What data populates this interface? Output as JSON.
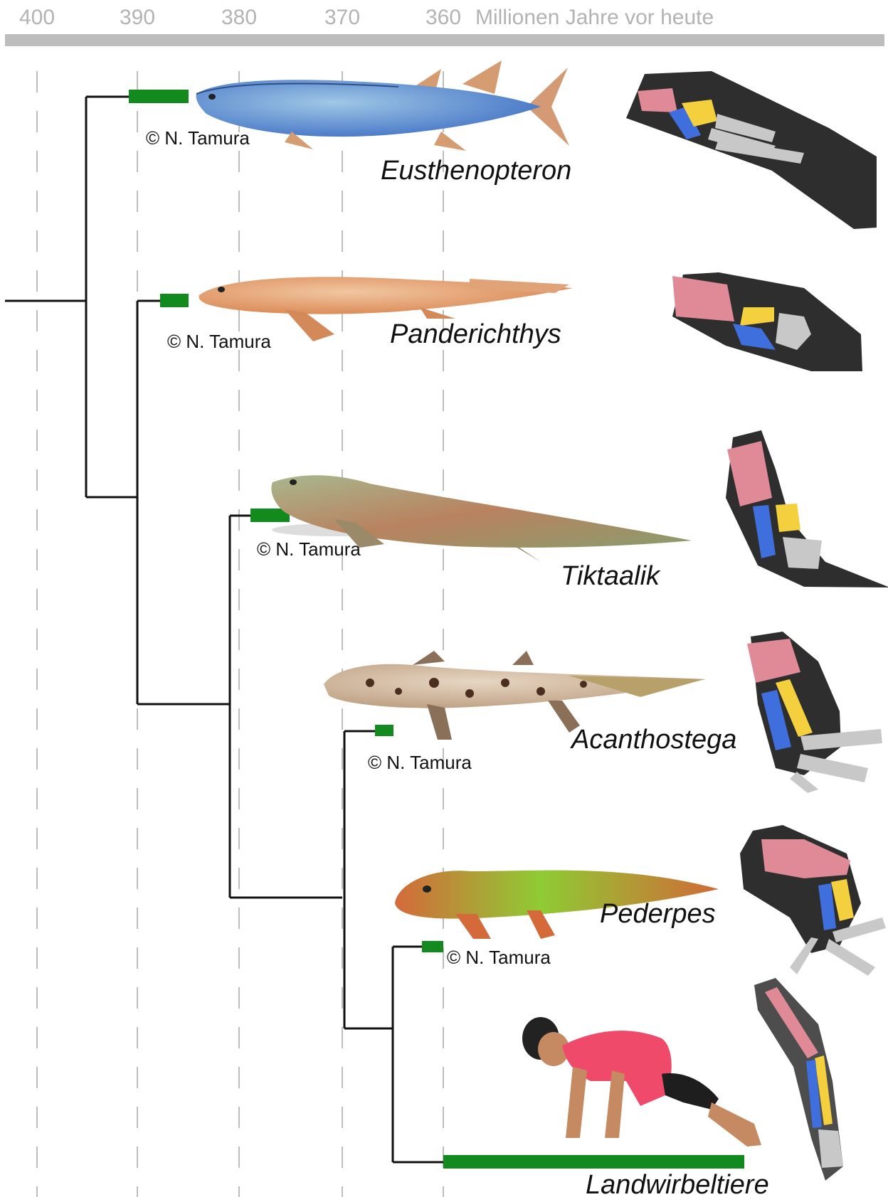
{
  "axis": {
    "ticks": [
      "400",
      "390",
      "380",
      "370",
      "360"
    ],
    "title": "Millionen Jahre vor heute"
  },
  "taxa": [
    {
      "name": "Eusthenopteron",
      "credit": "© N. Tamura",
      "illustration": "lobe-finned-fish-blue",
      "limb": "fin-skeleton"
    },
    {
      "name": "Panderichthys",
      "credit": "© N. Tamura",
      "illustration": "lobe-finned-fish-orange",
      "limb": "fin-skeleton"
    },
    {
      "name": "Tiktaalik",
      "credit": "© N. Tamura",
      "illustration": "fishapod-green-red",
      "limb": "fin-limb-skeleton"
    },
    {
      "name": "Acanthostega",
      "credit": "© N. Tamura",
      "illustration": "early-tetrapod-spotted",
      "limb": "limb-with-digits"
    },
    {
      "name": "Pederpes",
      "credit": "© N. Tamura",
      "illustration": "early-tetrapod-green",
      "limb": "limb-with-digits"
    },
    {
      "name": "Landwirbeltiere",
      "credit": "",
      "illustration": "human-push-up",
      "limb": "human-arm-skeleton"
    }
  ],
  "colors": {
    "axis_bar": "#bdbdbd",
    "gridline": "#bdbdbd",
    "tree": "#111111",
    "range_bar": "#138a1e",
    "bone_humerus": "#e08a98",
    "bone_radius": "#f4d03f",
    "bone_ulna": "#3f6fdc",
    "bone_distal": "#c8c8c8",
    "limb_body": "#2e2e2e"
  }
}
